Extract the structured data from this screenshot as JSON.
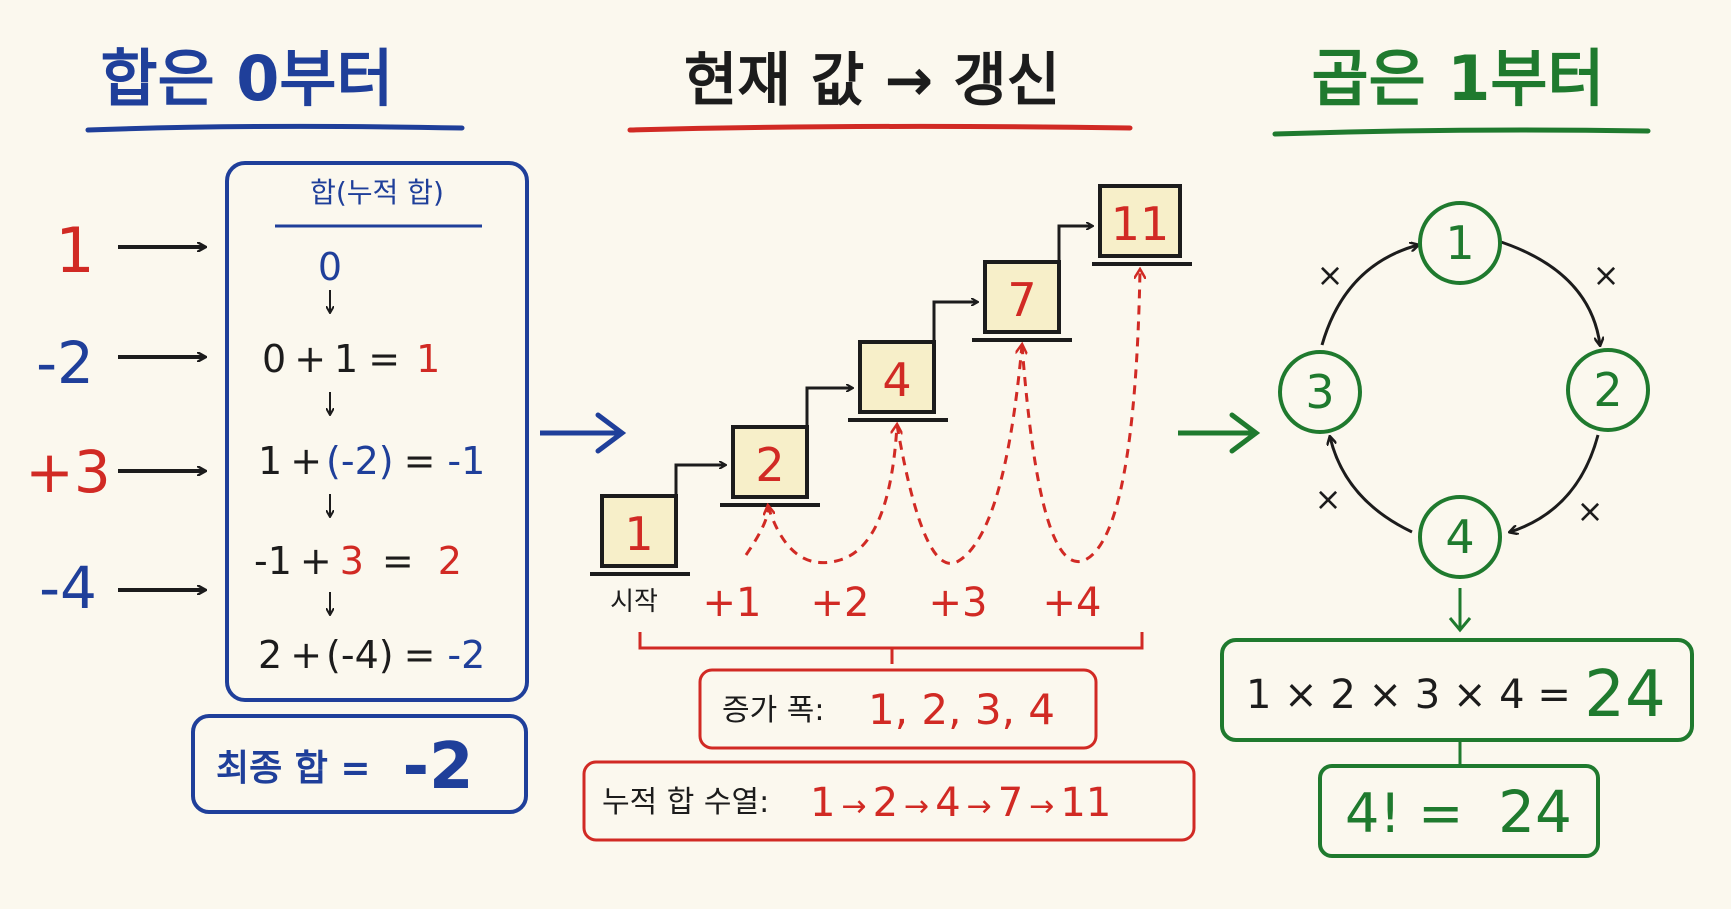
{
  "colors": {
    "background": "#fbf8ee",
    "blue": "#1f3f9a",
    "red": "#d12a24",
    "green": "#1f7a2e",
    "ink": "#1c1c1c",
    "box_fill": "#f7efc9"
  },
  "left": {
    "title": "합은 0부터",
    "inputs": [
      "1",
      "-2",
      "+3",
      "-4"
    ],
    "panel_title": "합(누적 합)",
    "start_value": "0",
    "steps": [
      {
        "prev": "0",
        "op": "+",
        "operand": "1",
        "result": "1"
      },
      {
        "prev": "1",
        "op": "+",
        "operand": "(-2)",
        "result": "-1"
      },
      {
        "prev": "-1",
        "op": "+",
        "operand": "3",
        "result": "2"
      },
      {
        "prev": "2",
        "op": "+",
        "operand": "(-4)",
        "result": "-2"
      }
    ],
    "final_label": "최종 합 =",
    "final_value": "-2"
  },
  "middle": {
    "title": "현재 값 → 갱신",
    "stairs": [
      "1",
      "2",
      "4",
      "7",
      "11"
    ],
    "start_label": "시작",
    "increments": [
      "+1",
      "+2",
      "+3",
      "+4"
    ],
    "increment_box_label": "증가 폭:",
    "increment_box_value": "1, 2, 3, 4",
    "sequence_label": "누적 합 수열:",
    "sequence_values": [
      "1",
      "2",
      "4",
      "7",
      "11"
    ],
    "sequence_arrow": "→"
  },
  "right": {
    "title": "곱은 1부터",
    "cycle_nodes": [
      "1",
      "2",
      "4",
      "3"
    ],
    "times_mark": "×",
    "product_expression": "1 × 2 × 3 × 4 =",
    "product_value": "24",
    "factorial_expression": "4! =",
    "factorial_value": "24"
  }
}
